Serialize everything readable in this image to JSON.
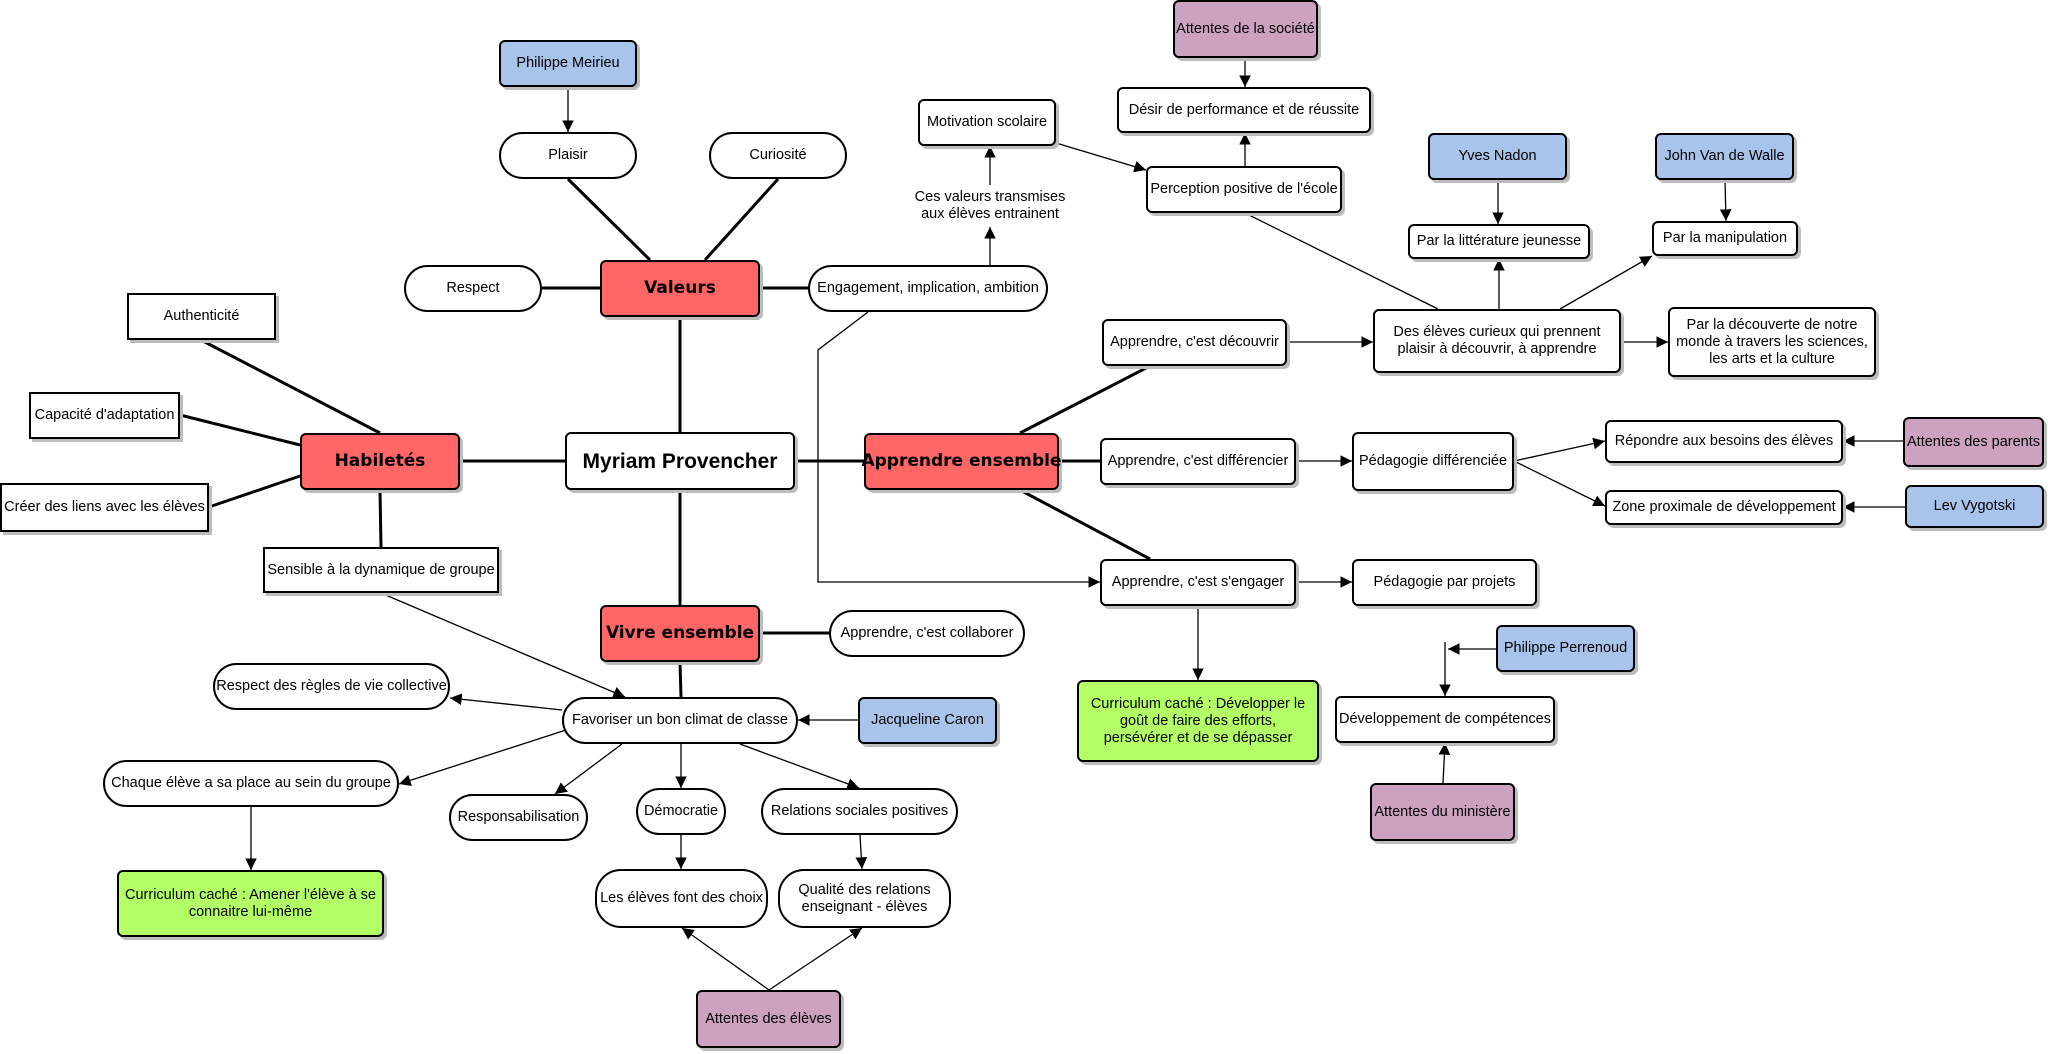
{
  "colors": {
    "main": "#ff6666",
    "author": "#a9c4eb",
    "expectation": "#cda2c1",
    "curriculum": "#b3ff66",
    "plain": "#ffffff",
    "line": "#000000"
  },
  "nodes": {
    "center": "Myriam Provencher",
    "valeurs": "Valeurs",
    "habiletes": "Habiletés",
    "apprendre_ensemble": "Apprendre ensemble",
    "vivre_ensemble": "Vivre ensemble",
    "philippe_meirieu": "Philippe Meirieu",
    "plaisir": "Plaisir",
    "curiosite": "Curiosité",
    "respect": "Respect",
    "engagement": "Engagement, implication, ambition",
    "valeurs_transmises": "Ces valeurs transmises aux élèves entrainent",
    "motivation": "Motivation scolaire",
    "attentes_societe": "Attentes de la société",
    "desir_performance": "Désir de performance et de réussite",
    "perception_ecole": "Perception positive de l'école",
    "yves_nadon": "Yves Nadon",
    "john_van_de_walle": "John Van de Walle",
    "litterature": "Par la littérature jeunesse",
    "manipulation": "Par la manipulation",
    "eleves_curieux": "Des élèves curieux qui prennent plaisir à découvrir, à apprendre",
    "decouverte_monde": "Par la découverte de notre monde à travers les sciences, les arts et la culture",
    "authenticite": "Authenticité",
    "adaptation": "Capacité d'adaptation",
    "liens_eleves": "Créer des liens avec les élèves",
    "dynamique_groupe": "Sensible à la dynamique de groupe",
    "decouvrir": "Apprendre, c'est découvrir",
    "differencier": "Apprendre, c'est différencier",
    "engager": "Apprendre, c'est s'engager",
    "pedagogie_diff": "Pédagogie différenciée",
    "besoins_eleves": "Répondre aux besoins des élèves",
    "attentes_parents": "Attentes des parents",
    "zone_proximale": "Zone proximale de développement",
    "lev_vygotski": "Lev Vygotski",
    "pedagogie_projets": "Pédagogie par projets",
    "philippe_perrenoud": "Philippe Perrenoud",
    "dev_competences": "Développement de compétences",
    "attentes_ministere": "Attentes du ministère",
    "curriculum_efforts": "Curriculum caché : Développer le goût de faire des efforts, persévérer et de se dépasser",
    "collaborer": "Apprendre, c'est collaborer",
    "climat_classe": "Favoriser un bon climat de classe",
    "jacqueline_caron": "Jacqueline Caron",
    "regles_vie": "Respect des règles de vie collective",
    "place_groupe": "Chaque élève a sa place au sein du groupe",
    "curriculum_connaitre": "Curriculum caché : Amener l'élève à se connaitre lui-même",
    "responsabilisation": "Responsabilisation",
    "democratie": "Démocratie",
    "relations_sociales": "Relations sociales positives",
    "eleves_choix": "Les élèves font des choix",
    "qualite_relations": "Qualité des relations enseignant - élèves",
    "attentes_eleves": "Attentes des élèves"
  }
}
